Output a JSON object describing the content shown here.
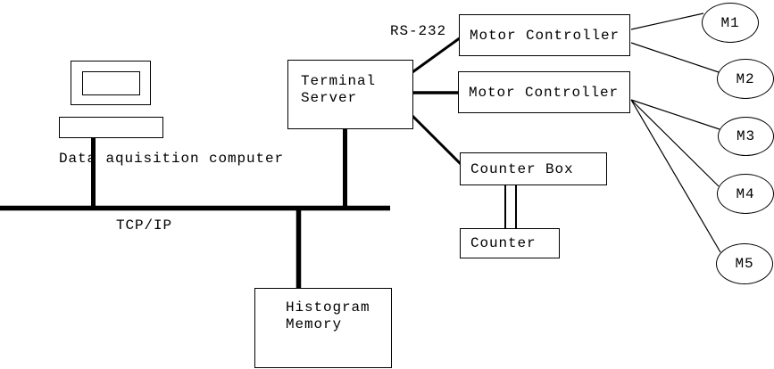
{
  "diagram": {
    "background_color": "#ffffff",
    "line_color": "#000000",
    "labels": {
      "computer": "Data aquisition computer",
      "bus": "TCP/IP",
      "serial_link": "RS-232"
    },
    "nodes": {
      "terminal_server": "Terminal\nServer",
      "motor_controller_1": "Motor Controller",
      "motor_controller_2": "Motor Controller",
      "counter_box": "Counter Box",
      "counter": "Counter",
      "histogram_memory": "Histogram\nMemory"
    },
    "motors": [
      {
        "label": "M1"
      },
      {
        "label": "M2"
      },
      {
        "label": "M3"
      },
      {
        "label": "M4"
      },
      {
        "label": "M5"
      }
    ]
  }
}
